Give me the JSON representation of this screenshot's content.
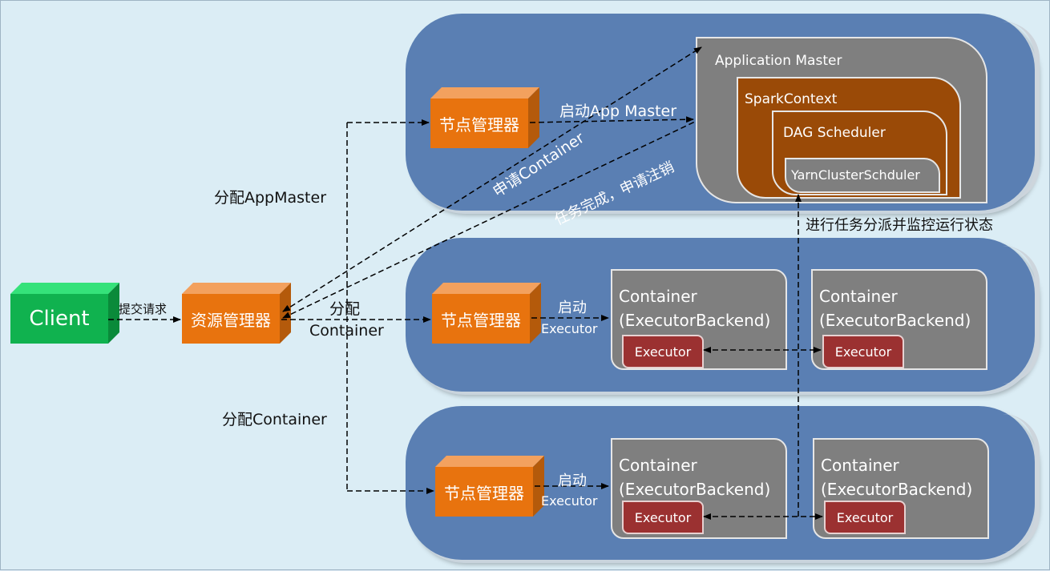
{
  "client": "Client",
  "resource_manager": "资源管理器",
  "node_managers": [
    "节点管理器",
    "节点管理器",
    "节点管理器"
  ],
  "app_master": {
    "title": "Application Master",
    "spark_context": "SparkContext",
    "dag_scheduler": "DAG Scheduler",
    "yarn_scheduler": "YarnClusterSchduler"
  },
  "containers": [
    {
      "line1": "Container",
      "line2": "(ExecutorBackend)",
      "executor": "Executor"
    },
    {
      "line1": "Container",
      "line2": "(ExecutorBackend)",
      "executor": "Executor"
    },
    {
      "line1": "Container",
      "line2": "(ExecutorBackend)",
      "executor": "Executor"
    },
    {
      "line1": "Container",
      "line2": "(ExecutorBackend)",
      "executor": "Executor"
    }
  ],
  "labels": {
    "submit": "提交请求",
    "alloc_appmaster": "分配AppMaster",
    "alloc_container_top": "分配",
    "alloc_container_bottom": "Container",
    "alloc_container": "分配Container",
    "start_appmaster": "启动App Master",
    "request_container": "申请Container",
    "task_done": "任务完成，申请注销",
    "dispatch": "进行任务分派并监控运行状态",
    "start1": "启动",
    "executor1": "Executor",
    "start2": "启动",
    "executor2": "Executor"
  },
  "colors": {
    "node_bg": "#5a7fb3",
    "orange": "#e8730e",
    "green": "#0fb24f",
    "gray": "#7f7f7f",
    "brown": "#9a4a07",
    "executor": "#9b3131"
  }
}
